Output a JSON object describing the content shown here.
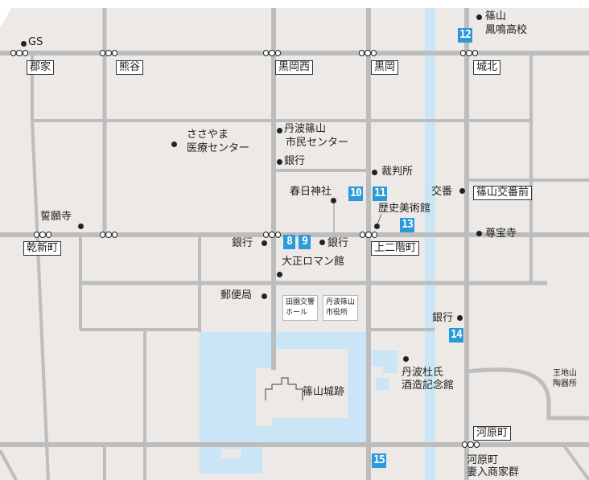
{
  "colors": {
    "land": "#ece9e6",
    "road": "#bdbdbd",
    "water": "#c9e5f6",
    "marker": "#2b9ad9",
    "text": "#222222"
  },
  "bus_stops": {
    "gunge": "郡家",
    "kumaya": "熊谷",
    "kurookanishi": "黒岡西",
    "kurooka": "黒岡",
    "johoku": "城北",
    "inshinmachi": "乾新町",
    "kaminikaimachi": "上二階町",
    "sasayama_police": "篠山交番前",
    "kawaramachi": "河原町"
  },
  "landmarks": {
    "gs": "GS",
    "hoomei_1": "篠山",
    "hoomei_2": "鳳鳴高校",
    "medical_1": "ささやま",
    "medical_2": "医療センター",
    "civic_center_1": "丹波篠山",
    "civic_center_2": "市民センター",
    "bank_1": "銀行",
    "court": "裁判所",
    "kasuga": "春日神社",
    "koban": "交番",
    "museum": "歴史美術館",
    "seiganji": "誓願寺",
    "bank_2": "銀行",
    "bank_3": "銀行",
    "sonpoji": "尊宝寺",
    "taisho": "大正ロマン館",
    "post_office": "郵便局",
    "denen_1": "田園交響",
    "denen_2": "ホール",
    "city_hall_1": "丹波篠山",
    "city_hall_2": "市役所",
    "bank_4": "銀行",
    "castle": "篠山城跡",
    "brewery_1": "丹波杜氏",
    "brewery_2": "酒造記念館",
    "kiln_1": "王地山",
    "kiln_2": "陶器所",
    "tsumairi_1": "河原町",
    "tsumairi_2": "妻入商家群"
  },
  "markers": {
    "m8": "8",
    "m9": "9",
    "m10": "10",
    "m11": "11",
    "m12": "12",
    "m13": "13",
    "m14": "14",
    "m15": "15"
  }
}
